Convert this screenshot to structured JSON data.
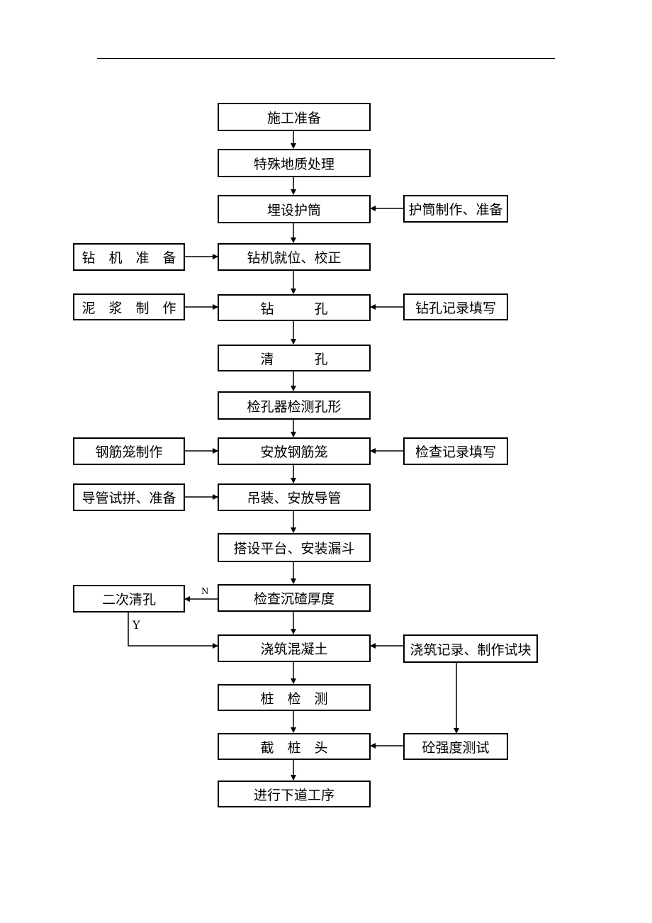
{
  "flowchart": {
    "main": {
      "prep": "施工准备",
      "special_geology": "特殊地质处理",
      "casing": "埋设护筒",
      "rig_position": "钻机就位、校正",
      "drilling": "钻　　　孔",
      "cleaning": "清　　　孔",
      "hole_check": "检孔器检测孔形",
      "cage_install": "安放钢筋笼",
      "pipe_install": "吊装、安放导管",
      "platform": "搭设平台、安装漏斗",
      "sediment_check": "检查沉碴厚度",
      "pour": "浇筑混凝土",
      "pile_test": "桩　检　测",
      "pile_cut": "截　桩　头",
      "next_step": "进行下道工序"
    },
    "left": {
      "rig_prep": "钻　机　准　备",
      "mud_prep": "泥　浆　制　作",
      "cage_make": "钢筋笼制作",
      "pipe_prep": "导管试拼、准备",
      "second_clean": "二次清孔"
    },
    "right": {
      "casing_make": "护筒制作、准备",
      "drill_record": "钻孔记录填写",
      "check_record": "检查记录填写",
      "pour_record": "浇筑记录、制作试块",
      "strength_test": "砼强度测试"
    },
    "labels": {
      "no": "N",
      "yes": "Y"
    }
  }
}
